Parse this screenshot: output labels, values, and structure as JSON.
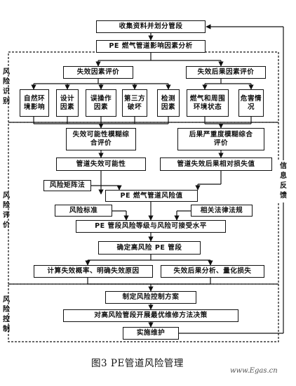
{
  "boxes": {
    "collect": "收集资料并划分管段",
    "pe_analysis": "PE 燃气管道影响因素分析",
    "failure_factor": "失效因素评价",
    "consequence_factor": "失效后果因素评价",
    "natural": "自然环境影响",
    "design": "设计因素",
    "misop": "误操作因素",
    "third": "第三方破坏",
    "inspect": "检测因素",
    "gas_env": "燃气和周围环境状态",
    "hazard": "危害情况",
    "fuzzy_possibility": "失效可能性模糊综合评价",
    "fuzzy_severity": "后果严重度模糊综合评价",
    "pipe_possibility": "管道失效可能性",
    "pipe_consequence": "管道失效后果相对损失值",
    "matrix": "风险矩阵法",
    "risk_value": "PE 燃气管道风险值",
    "standard": "风险标准",
    "laws": "相关法律法规",
    "grade": "PE 管段风险等级与风险可接受水平",
    "high_risk": "确定高风险 PE 管段",
    "calc_failure": "计算失效概率、明确失效原因",
    "consequence_analysis": "失效后果分析、量化损失",
    "plan": "制定风险控制方案",
    "decision": "对高风险管段开展最优维修方法决策",
    "implement": "实施维护"
  },
  "sections": {
    "identify": "风险识别",
    "evaluate": "风险评价",
    "control": "风险控制"
  },
  "feedback": "信息反馈",
  "caption": "图3  PE管道风险管理",
  "watermark": "www.Egas.cn"
}
